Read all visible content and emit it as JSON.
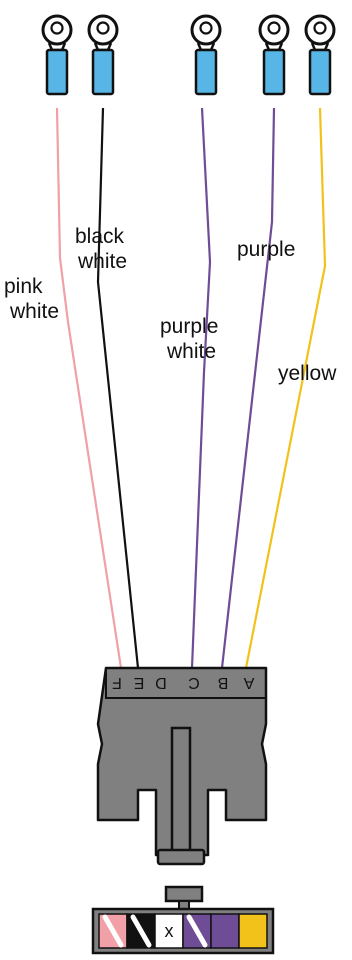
{
  "colors": {
    "pink": "#F0A0A6",
    "black": "#111111",
    "purple": "#6E4C96",
    "yellow": "#F2C21B",
    "terminal_blue": "#58B6E6",
    "connector_gray": "#808080",
    "white": "#FFFFFF"
  },
  "wires": [
    {
      "id": "pink-white",
      "color": "pink",
      "label_lines": [
        "pink",
        "white"
      ]
    },
    {
      "id": "black-white",
      "color": "black",
      "label_lines": [
        "black",
        "white"
      ]
    },
    {
      "id": "purple-white",
      "color": "purple",
      "label_lines": [
        "purple",
        "white"
      ]
    },
    {
      "id": "purple",
      "color": "purple",
      "label_lines": [
        "purple"
      ]
    },
    {
      "id": "yellow",
      "color": "yellow",
      "label_lines": [
        "yellow"
      ]
    }
  ],
  "connector": {
    "pin_letters": [
      "F",
      "E",
      "D",
      "C",
      "B",
      "A"
    ]
  },
  "color_key": {
    "cells": [
      {
        "id": "pink-white",
        "icon": "diagonal-stripe",
        "base": "pink",
        "stripe": "white"
      },
      {
        "id": "black-white",
        "icon": "diagonal-stripe",
        "base": "black",
        "stripe": "white"
      },
      {
        "id": "empty",
        "icon": "x-mark",
        "base": "white",
        "mark": "x"
      },
      {
        "id": "purple-white",
        "icon": "diagonal-stripe",
        "base": "purple",
        "stripe": "white"
      },
      {
        "id": "purple",
        "icon": "solid",
        "base": "purple"
      },
      {
        "id": "yellow",
        "icon": "solid",
        "base": "yellow"
      }
    ]
  }
}
